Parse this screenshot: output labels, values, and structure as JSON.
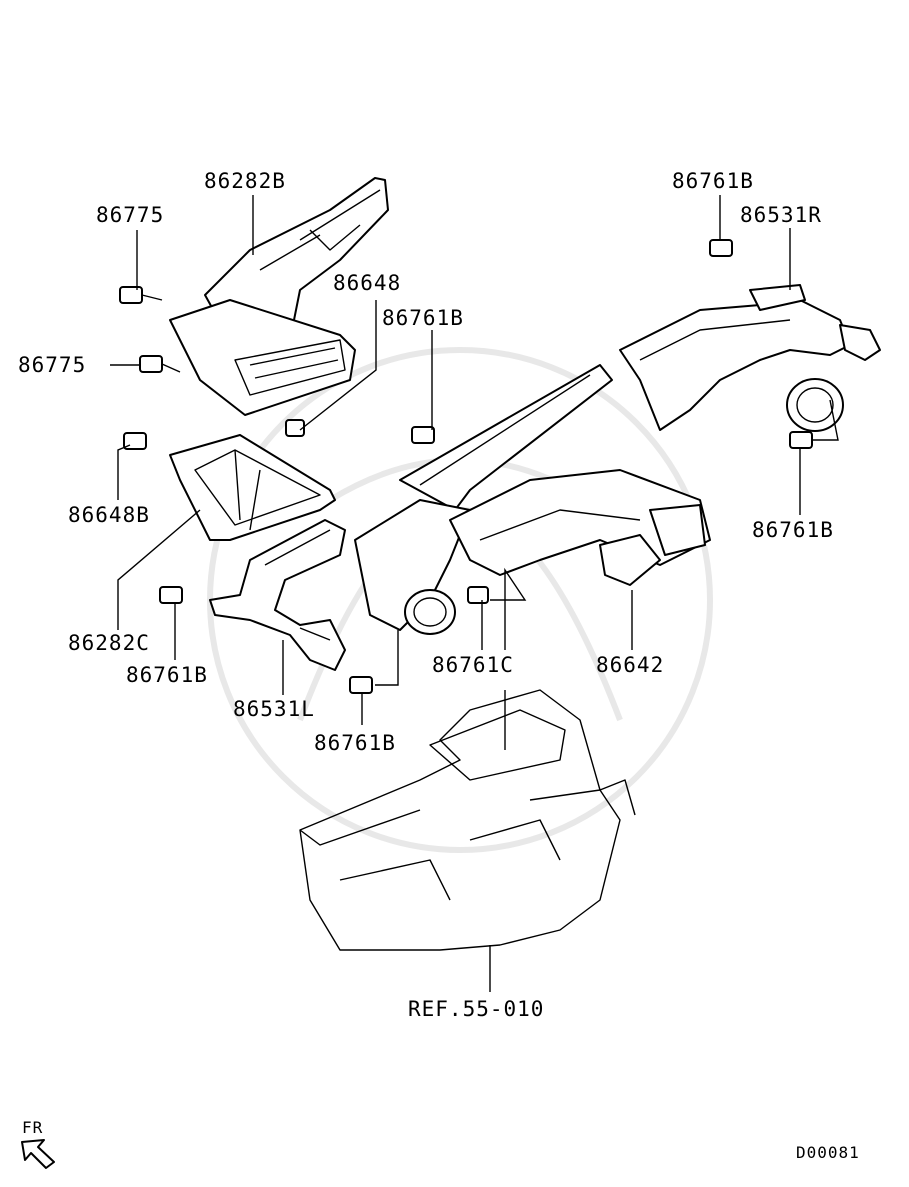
{
  "labels": {
    "l_86282B": "86282B",
    "l_86775_a": "86775",
    "l_86775_b": "86775",
    "l_86648": "86648",
    "l_86761B_a": "86761B",
    "l_86761B_top": "86761B",
    "l_86531R": "86531R",
    "l_86761B_right": "86761B",
    "l_86648B": "86648B",
    "l_86282C": "86282C",
    "l_86761B_left": "86761B",
    "l_86531L": "86531L",
    "l_86761B_bottom": "86761B",
    "l_86761C": "86761C",
    "l_86642": "86642",
    "l_ref": "REF.55-010"
  },
  "footer": {
    "fr": "FR",
    "code": "D00081"
  }
}
